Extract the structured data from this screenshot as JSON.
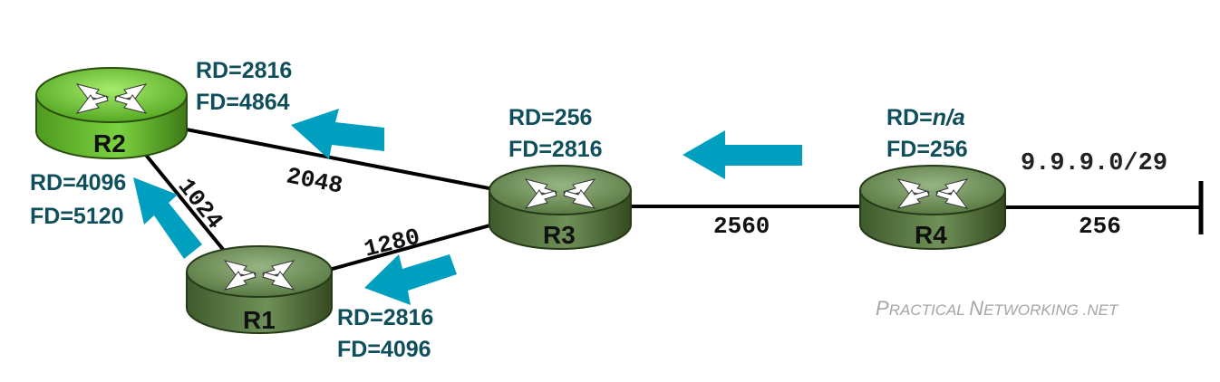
{
  "routers": {
    "r1": {
      "name": "R1",
      "rd": "RD=2816",
      "fd": "FD=4096"
    },
    "r2": {
      "name": "R2",
      "rd_r1": "RD=4096",
      "fd_r1": "FD=5120",
      "rd_r3": "RD=2816",
      "fd_r3": "FD=4864"
    },
    "r3": {
      "name": "R3",
      "rd_prefix": "RD=256",
      "fd": "FD=2816"
    },
    "r4": {
      "name": "R4",
      "rd_prefix": "RD=",
      "rd_value": "n/a",
      "fd": "FD=256"
    }
  },
  "links": {
    "r2_r3": "2048",
    "r2_r1": "1024",
    "r1_r3": "1280",
    "r3_r4": "2560",
    "r4_net": "256"
  },
  "network": {
    "subnet": "9.9.9.0/29"
  },
  "watermark": {
    "p": "P",
    "ractical": "RACTICAL",
    "n": "N",
    "etworking": "ETWORKING",
    "net": ".NET"
  },
  "colors": {
    "arrow": "#009ebf",
    "router_green_bright": "#7bcf3e",
    "router_green_dark": "#5c7a45",
    "metric_text": "#0f4f5c"
  }
}
